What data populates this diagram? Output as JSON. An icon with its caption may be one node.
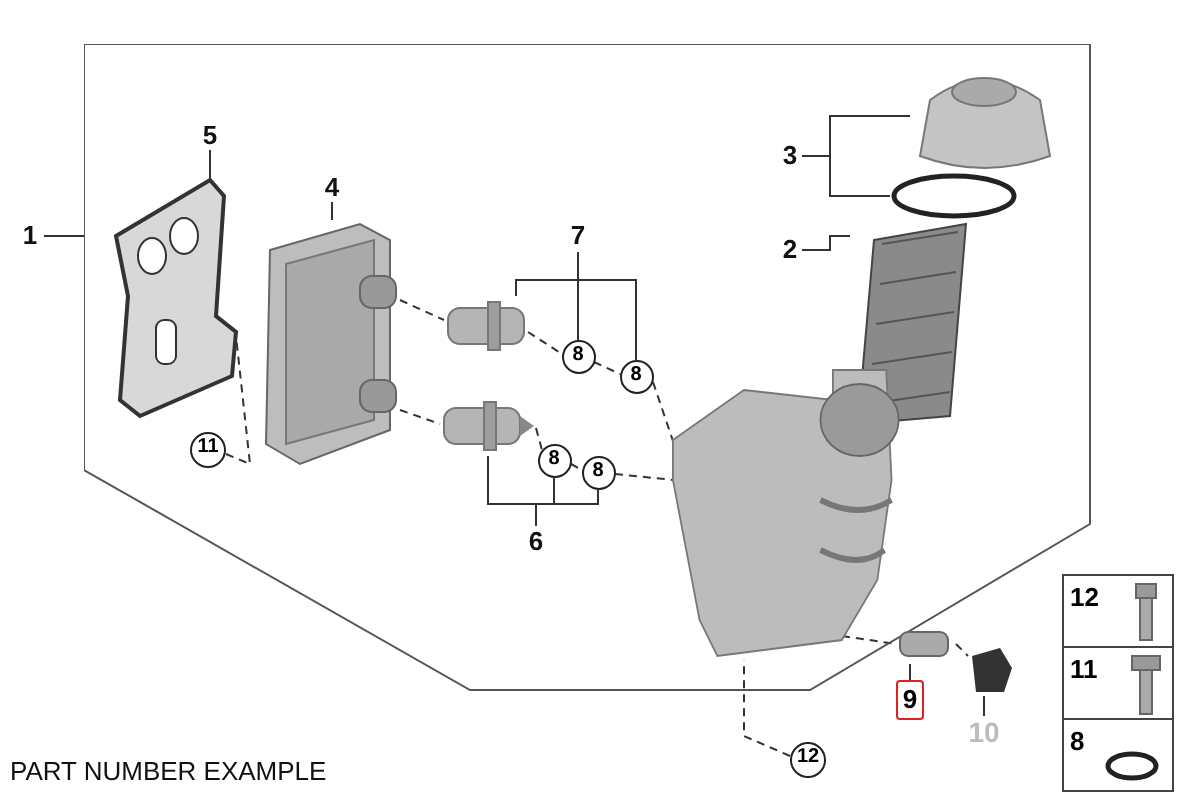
{
  "diagram": {
    "nodes": [
      {
        "text": [
          "1"
        ]
      },
      {
        "text": [],
        "shape": "box"
      },
      {
        "text": [
          "5"
        ],
        "in": 1
      },
      {
        "text": [],
        "shape": "picture",
        "in": 1
      },
      {
        "text": [
          "4"
        ],
        "in": 1
      },
      {
        "text": [],
        "shape": "picture",
        "in": 1
      },
      {
        "text": [
          "7"
        ],
        "in": 1
      },
      {
        "text": [],
        "shape": "box",
        "in": 1
      },
      {
        "text": [
          "8"
        ],
        "in": 1
      },
      {
        "text": [
          "8"
        ],
        "in": 1
      },
      {
        "text": [
          "8"
        ],
        "in": 1
      },
      {
        "text": [
          "8"
        ],
        "in": 1
      },
      {
        "text": [
          "6"
        ],
        "in": 1
      },
      {
        "text": [],
        "shape": "box",
        "in": 1
      },
      {
        "text": [
          "3"
        ],
        "in": 1
      },
      {
        "text": [],
        "shape": "picture",
        "in": 1
      },
      {
        "text": [],
        "shape": "circle",
        "in": 1
      },
      {
        "text": [
          "2"
        ],
        "in": 1
      },
      {
        "text": [],
        "shape": "picture",
        "in": 1
      },
      {
        "text": [
          "11"
        ],
        "in": 1
      },
      {
        "text": [
          "12"
        ]
      },
      {
        "text": [],
        "shape": "picture",
        "in": 1
      },
      {
        "text": [
          "9"
        ]
      },
      {
        "text": [],
        "shape": "box"
      },
      {
        "text": [
          "10"
        ]
      },
      {
        "text": [],
        "shape": "picture"
      }
    ],
    "edges": [
      {
        "from": 0,
        "to": 1,
        "arrow": "none"
      },
      {
        "from": 2,
        "to": 3,
        "arrow": "none"
      },
      {
        "from": 4,
        "to": 5,
        "arrow": "none"
      },
      {
        "from": 6,
        "to": 7,
        "arrow": "none"
      },
      {
        "from": 6,
        "to": 8,
        "arrow": "none"
      },
      {
        "from": 6,
        "to": 9,
        "arrow": "none"
      },
      {
        "from": 12,
        "to": 13,
        "arrow": "none"
      },
      {
        "from": 12,
        "to": 10,
        "arrow": "none"
      },
      {
        "from": 12,
        "to": 11,
        "arrow": "none"
      },
      {
        "from": 14,
        "to": 15,
        "arrow": "none"
      },
      {
        "from": 14,
        "to": 16,
        "arrow": "none"
      },
      {
        "from": 17,
        "to": 18,
        "arrow": "none"
      },
      {
        "from": 19,
        "to": 3,
        "arrow": "none",
        "style": "dashed"
      },
      {
        "from": 20,
        "to": 21,
        "arrow": "none",
        "style": "dashed"
      },
      {
        "from": 22,
        "to": 23,
        "arrow": "none"
      },
      {
        "from": 24,
        "to": 25,
        "arrow": "none"
      },
      {
        "from": 5,
        "to": 7,
        "arrow": "none",
        "style": "dashed"
      },
      {
        "from": 7,
        "to": 8,
        "arrow": "none",
        "style": "dashed"
      },
      {
        "from": 8,
        "to": 9,
        "arrow": "none",
        "style": "dashed"
      },
      {
        "from": 9,
        "to": 21,
        "arrow": "none",
        "style": "dashed"
      },
      {
        "from": 5,
        "to": 13,
        "arrow": "none",
        "style": "dashed"
      },
      {
        "from": 13,
        "to": 10,
        "arrow": "none",
        "style": "dashed"
      },
      {
        "from": 10,
        "to": 11,
        "arrow": "none",
        "style": "dashed"
      },
      {
        "from": 11,
        "to": 21,
        "arrow": "none",
        "style": "dashed"
      },
      {
        "from": 21,
        "to": 23,
        "arrow": "none",
        "style": "dashed"
      },
      {
        "from": 23,
        "to": 25,
        "arrow": "none",
        "style": "dashed"
      }
    ],
    "labels": [
      "12",
      "11",
      "8",
      "PART NUMBER EXAMPLE"
    ]
  }
}
